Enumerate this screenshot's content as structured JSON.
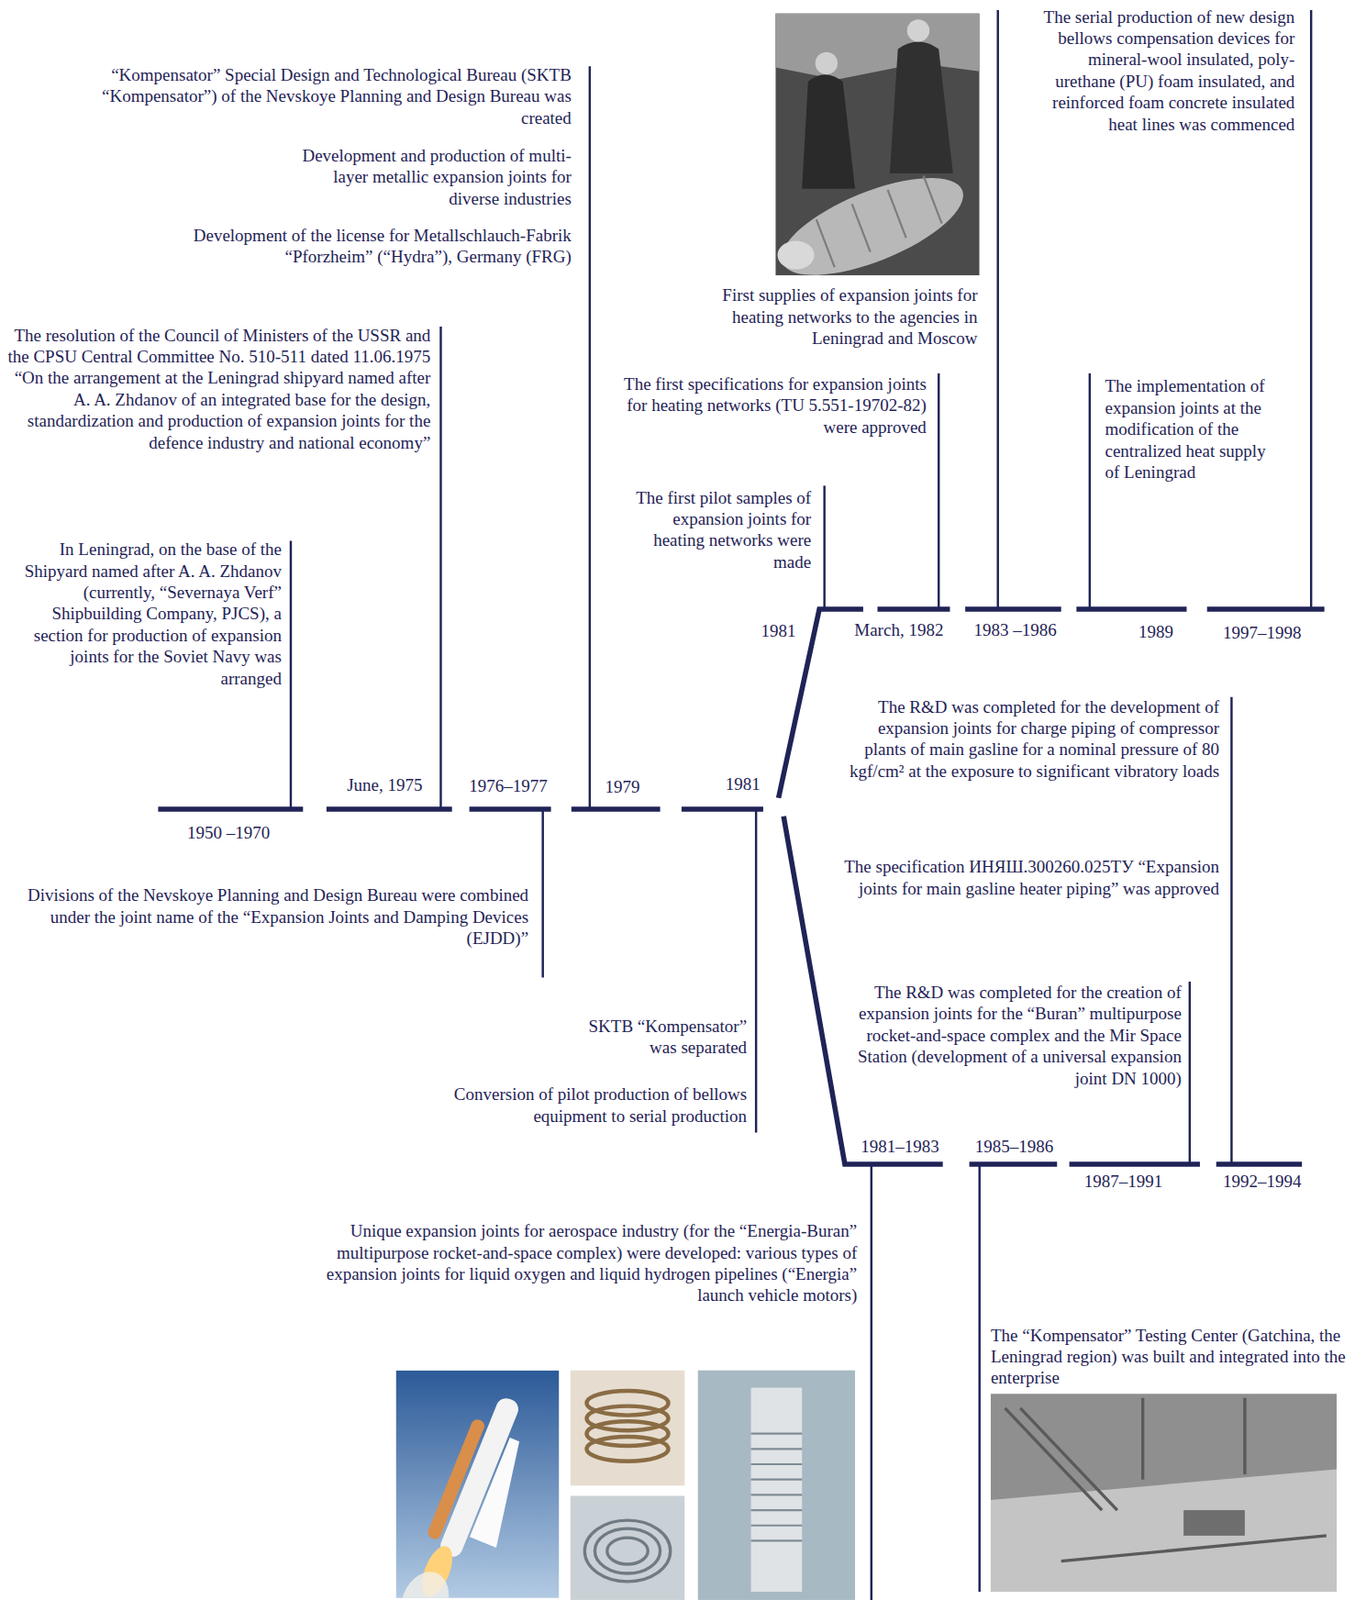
{
  "diagram": {
    "labels": [
      "In Leningrad, on the base of the Shipyard named after A. A. Zhdanov (currently, “Severnaya Verf” Shipbuilding Company, PJCS), a section for production of expansion joints for the Soviet Navy was arranged",
      "1950 –1970",
      "June, 1975",
      "The resolution of the Council of Ministers of the USSR and the CPSU Central Committee No. 510-511 dated 11.06.1975 “On the arrangement at the Leningrad shipyard named after A. A. Zhdanov of an integrated base for the design, standardization and production of expansion joints for the defence industry and national economy”",
      "1976–1977",
      "Divisions of the Nevskoye Planning and Design Bureau were combined under the joint name of the “Expansion Joints and Damping Devices (EJDD)”",
      "1979",
      "“Kompensator” Special Design and Technological Bureau (SKTB “Kompensator”) of the Nevskoye Planning and Design Bureau was created",
      "Development and production of multi-layer metallic expansion joints for diverse industries",
      "Development of the license for Metallschlauch-Fabrik “Pforzheim” (“Hydra”), Germany (FRG)",
      "1981",
      "SKTB “Kompensator” was separated",
      "Conversion of pilot production of bellows equipment to serial production",
      "1981",
      "The first pilot samples of expansion joints for heating networks were made",
      "March, 1982",
      "The first specifications for expansion joints for heating networks (TU 5.551-19702-82) were approved",
      "1983 –1986",
      "First supplies of expansion joints for heating networks to the agencies in Leningrad and Moscow",
      "1989",
      "The implementation of expansion joints at the modification of the centralized heat supply of Leningrad",
      "1997–1998",
      "The serial production of new design bellows compensation devices for mineral-wool insulated, poly-urethane (PU) foam insulated, and reinforced foam concrete insulated heat lines was commenced",
      "1981–1983",
      "Unique expansion joints for aerospace industry (for the “Energia-Buran” multipurpose rocket-and-space complex) were developed: various types of expansion joints for liquid oxygen and liquid hydrogen pipelines (“Energia” launch vehicle motors)",
      "1985–1986",
      "The “Kompensator” Testing Center (Gatchina, the Leningrad region) was built and integrated into the enterprise",
      "1987–1991",
      "The R&D was completed for the creation of expansion joints for the “Buran” multipurpose rocket-and-space complex and the Mir Space Station (development of a universal expansion joint DN 1000)",
      "1992–1994",
      "The R&D was completed for the development of expansion joints for charge piping of compressor plants of main gasline for a nominal pressure of 80 kgf/cm² at the exposure to significant vibratory loads",
      "The specification ИНЯШ.300260.025ТУ “Expansion joints for main gasline heater piping” was approved"
    ]
  }
}
